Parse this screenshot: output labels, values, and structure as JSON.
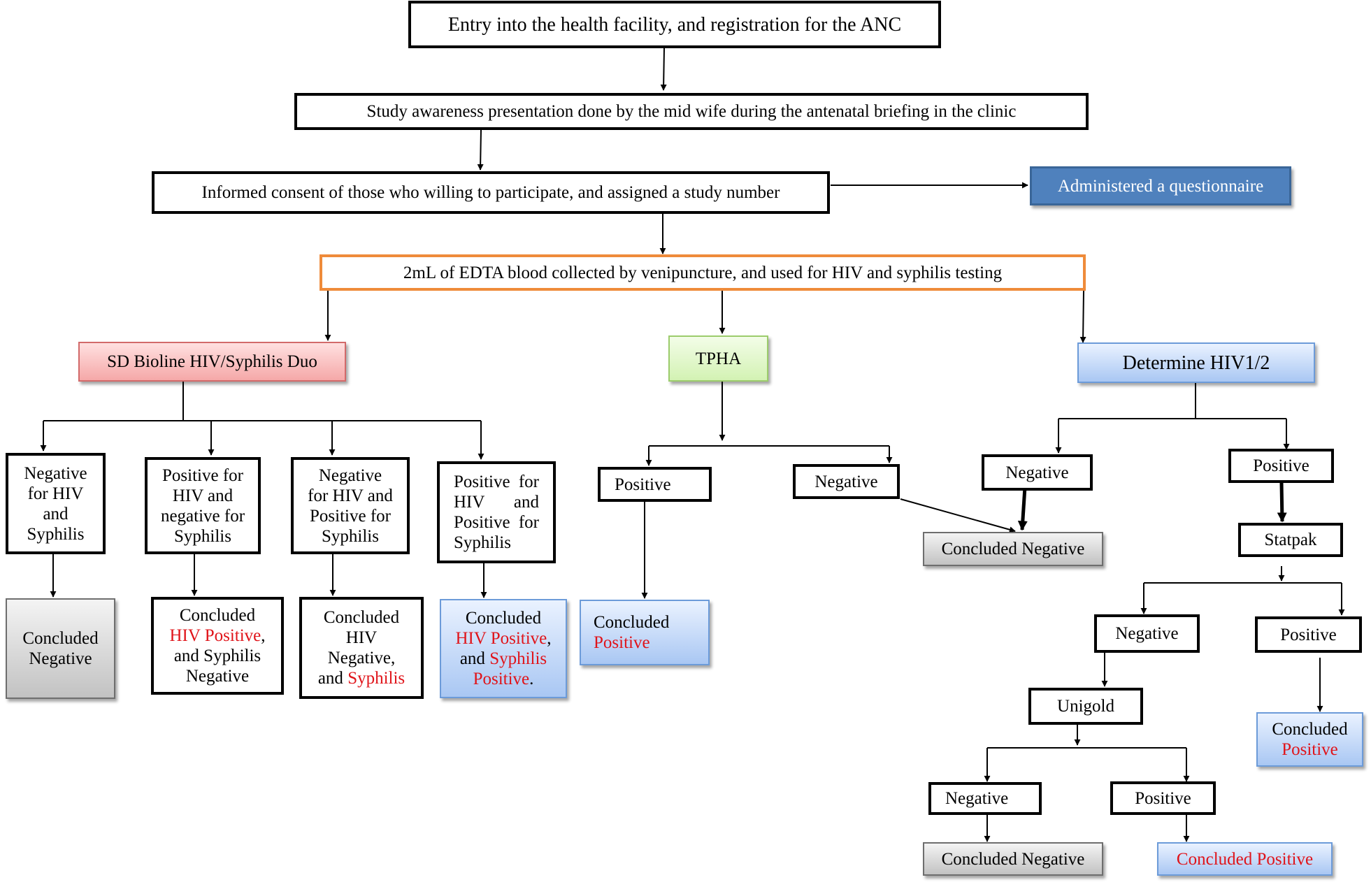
{
  "steps": {
    "entry": "Entry into the health facility, and registration for the ANC",
    "awareness": "Study awareness presentation done by the mid wife during the antenatal briefing in the clinic",
    "consent": "Informed consent of those who willing to participate, and assigned a study number",
    "questionnaire": "Administered a questionnaire",
    "blood": "2mL of EDTA blood collected by venipuncture, and used for HIV and syphilis testing"
  },
  "bioline": {
    "title": "SD Bioline HIV/Syphilis Duo",
    "r1": {
      "l1": "Negative",
      "l2": "for HIV",
      "l3": "and",
      "l4": "Syphilis"
    },
    "r2": {
      "l1": "Positive for",
      "l2": "HIV and",
      "l3": "negative for",
      "l4": "Syphilis"
    },
    "r3": {
      "l1": "Negative",
      "l2": "for HIV and",
      "l3": "Positive for",
      "l4": "Syphilis"
    },
    "r4": {
      "l1": "Positive for",
      "l2": "HIV and",
      "l3": "Positive for",
      "l4": "Syphilis"
    },
    "c1": {
      "l1": "Concluded",
      "l2": "Negative"
    },
    "c2": {
      "l1": "Concluded",
      "l2": "HIV Positive",
      "l2b": ",",
      "l3": "and Syphilis",
      "l4": "Negative"
    },
    "c3": {
      "l1": "Concluded",
      "l2": "HIV",
      "l3": "Negative,",
      "l4a": "and ",
      "l4b": "Syphilis"
    },
    "c4": {
      "l1": "Concluded",
      "l2": "HIV Positive",
      "l2b": ",",
      "l3a": "and ",
      "l3b": "Syphilis",
      "l4": "Positive",
      "l4b": "."
    }
  },
  "tpha": {
    "title": "TPHA",
    "positive": "Positive",
    "negative": "Negative",
    "concluded": {
      "l1": "Concluded",
      "l2": "Positive"
    }
  },
  "determine": {
    "title": "Determine HIV1/2",
    "negative": "Negative",
    "positive": "Positive",
    "concluded_negative": "Concluded Negative",
    "statpak": "Statpak",
    "statpak_negative": "Negative",
    "statpak_positive": "Positive",
    "statpak_concluded": {
      "l1": "Concluded",
      "l2": "Positive"
    },
    "unigold": "Unigold",
    "unigold_negative": "Negative",
    "unigold_positive": "Positive",
    "unigold_concluded_negative": "Concluded Negative",
    "unigold_concluded_positive": "Concluded Positive"
  },
  "colors": {
    "highlight": "#e0141a",
    "questionnaire": "#4f81bd",
    "blood_border": "#ef8b3a"
  }
}
